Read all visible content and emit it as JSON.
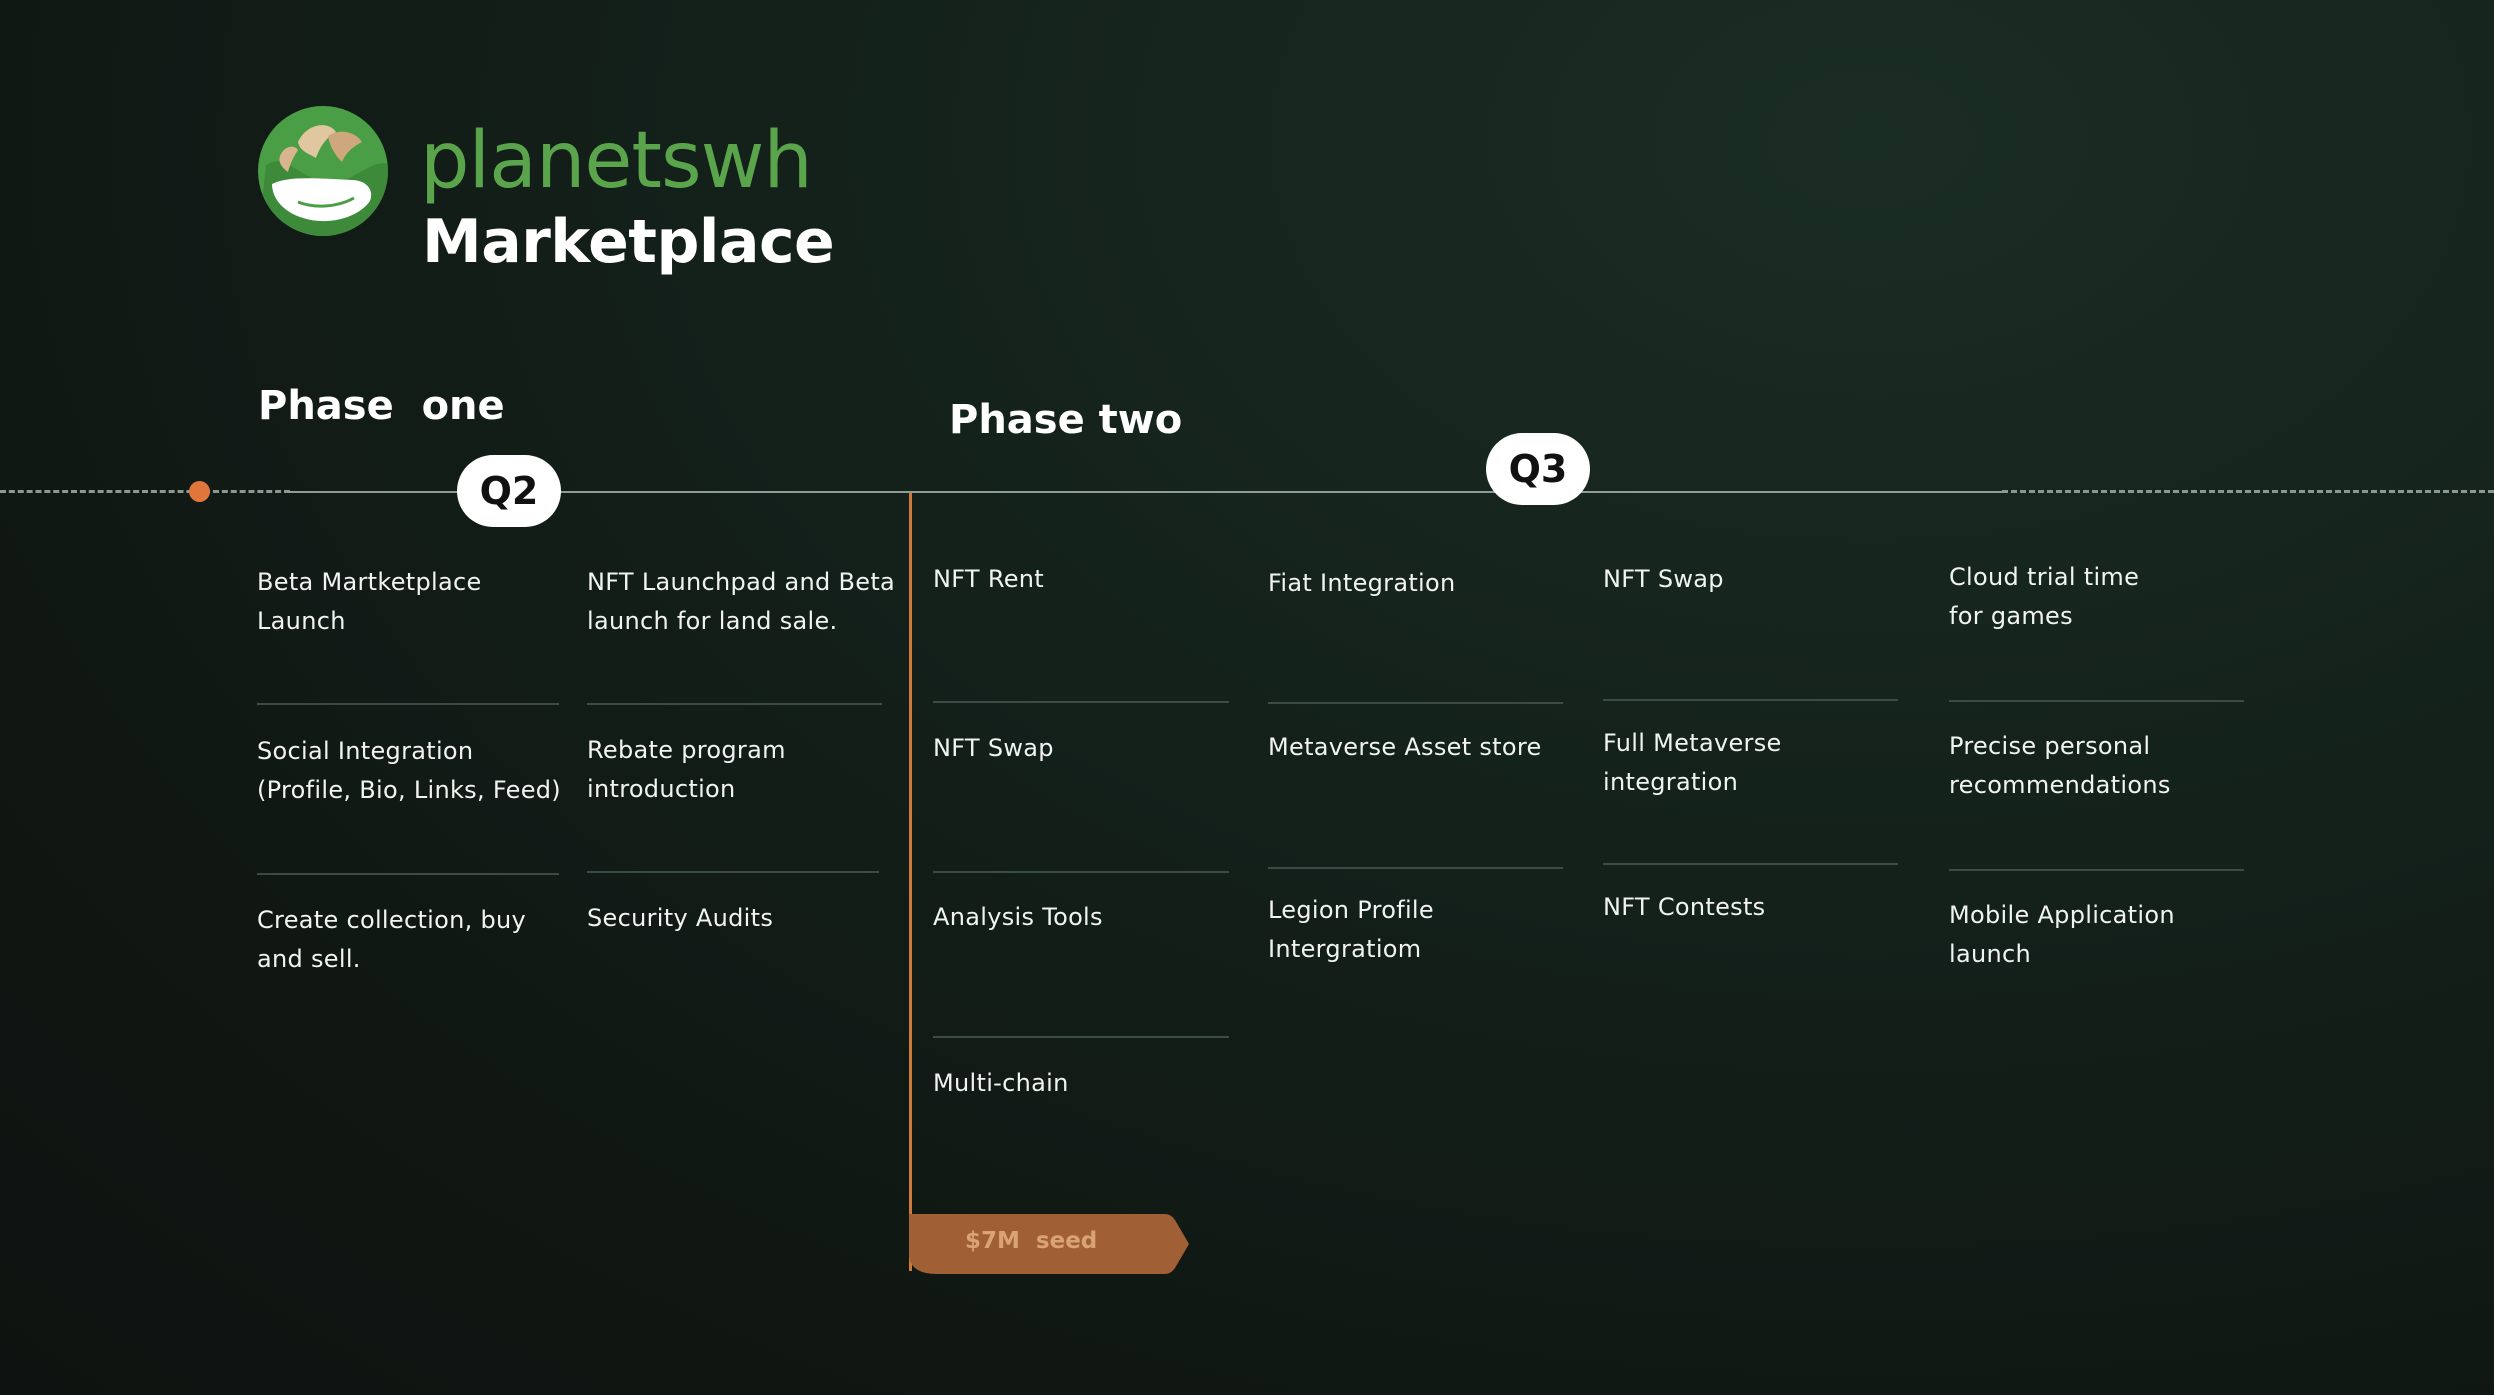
{
  "brand": {
    "name": "planetswh",
    "subtitle": "Marketplace",
    "logo_icon": "planet-leaf-logo-icon",
    "colors": {
      "brand_green": "#5aa54c",
      "accent_orange": "#e0763c",
      "seed_brown": "#a15f35"
    }
  },
  "phases": {
    "one": "Phase  one",
    "two": "Phase two"
  },
  "quarters": {
    "q2": "Q2",
    "q3": "Q3"
  },
  "seed": {
    "label": "$7M  seed"
  },
  "columns": [
    {
      "items": [
        "Beta Martketplace Launch",
        "Social Integration (Profile, Bio, Links, Feed)",
        "Create collection, buy and sell."
      ]
    },
    {
      "items": [
        "NFT Launchpad and Beta launch for land sale.",
        "Rebate program introduction",
        "Security Audits"
      ]
    },
    {
      "items": [
        "NFT Rent",
        "NFT Swap",
        "Analysis Tools",
        "Multi-chain"
      ]
    },
    {
      "items": [
        "Fiat Integration",
        "Metaverse Asset store",
        "Legion Profile Intergratiom"
      ]
    },
    {
      "items": [
        "NFT Swap",
        "Full Metaverse integration",
        "NFT Contests"
      ]
    },
    {
      "items": [
        "Cloud trial time for games",
        "Precise personal recommendations",
        "Mobile Application launch"
      ]
    }
  ]
}
